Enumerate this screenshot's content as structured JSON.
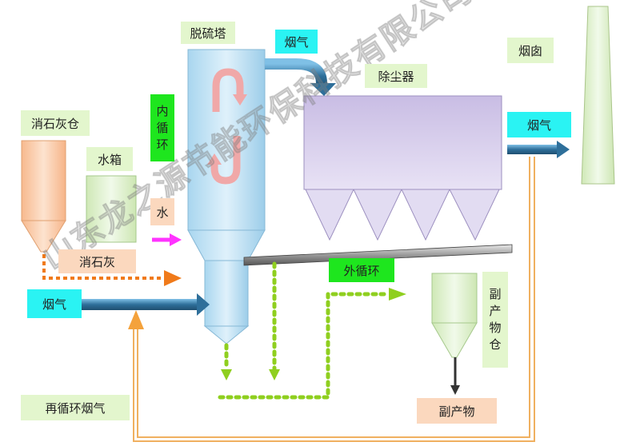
{
  "labels": {
    "desulfurization_tower": "脱硫塔",
    "flue_gas_top": "烟气",
    "dust_collector": "除尘器",
    "chimney": "烟囱",
    "flue_gas_right": "烟气",
    "inner_circulation": "内循环",
    "lime_bin": "消石灰仓",
    "water_tank": "水箱",
    "water": "水",
    "slaked_lime": "消石灰",
    "outer_circulation": "外循环",
    "flue_gas_left": "烟气",
    "byproduct_bin": "副产物仓",
    "byproduct": "副产物",
    "recirculated_flue_gas": "再循环烟气"
  },
  "watermark": "山东龙之源节能环保科技有限公司",
  "colors": {
    "label_green": "#e3f6cd",
    "label_orange": "#fbd8be",
    "label_cyan": "#2af3f3",
    "label_bright_green": "#1ee61e",
    "flow_green": "#8fcf1f",
    "flow_orange": "#f07a1a",
    "duct_blue": "#2e6f9a",
    "recirculation_line": "#f0b060"
  }
}
